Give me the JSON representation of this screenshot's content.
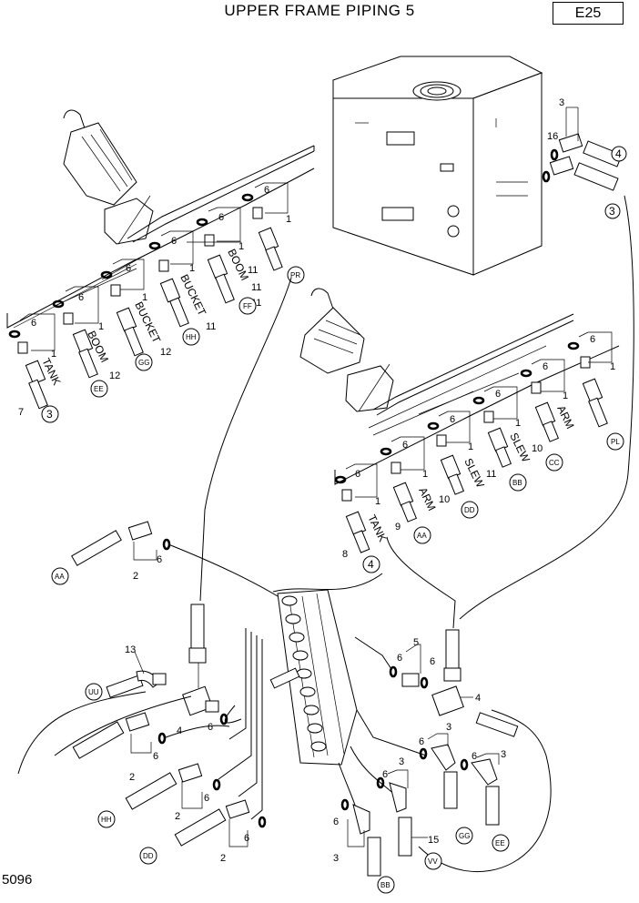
{
  "header": {
    "title": "UPPER FRAME PIPING 5",
    "code": "E25"
  },
  "footer": {
    "drawing_id": "5096"
  },
  "colors": {
    "line": "#000000",
    "background": "#ffffff"
  },
  "labels": {
    "n1": "1",
    "n2": "2",
    "n3": "3",
    "n4": "4",
    "n5": "5",
    "n6": "6",
    "n7": "7",
    "n8": "8",
    "n9": "9",
    "n10": "10",
    "n11": "11",
    "n12": "12",
    "n13": "13",
    "n15": "15",
    "n16": "16",
    "tank": "TANK",
    "boom": "BOOM",
    "bucket": "BUCKET",
    "arm": "ARM",
    "slew": "SLEW",
    "aa": "AA",
    "bb": "BB",
    "cc": "CC",
    "dd": "DD",
    "ee": "EE",
    "ff": "FF",
    "gg": "GG",
    "hh": "HH",
    "pl": "PL",
    "pr": "PR",
    "uu": "UU",
    "vv": "VV"
  }
}
